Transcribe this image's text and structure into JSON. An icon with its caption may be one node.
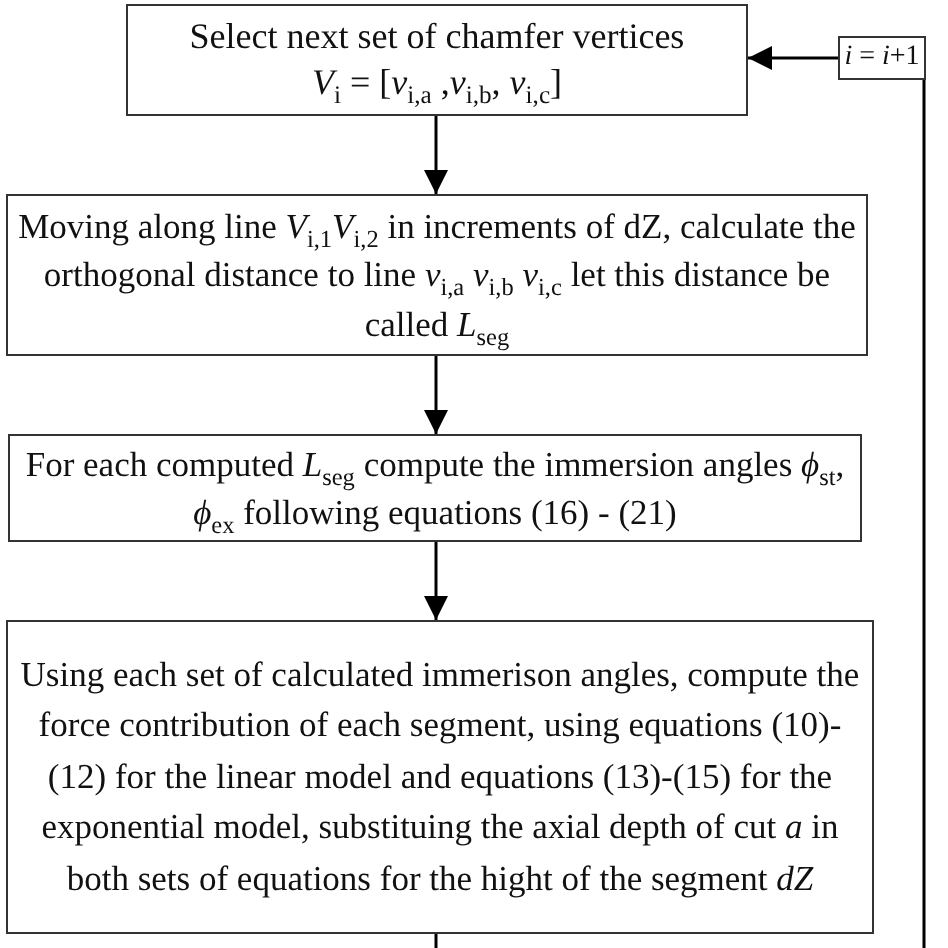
{
  "diagram": {
    "nodes": [
      {
        "text": [
          "Select next set of chamfer vertices",
          "*V*$_{i}$ = [*v*$_{i,a}$ ,*v*$_{i,b}$, *v*$_{i,c}$]"
        ]
      },
      {
        "text": [
          "*i* = *i*+1"
        ]
      },
      {
        "text": [
          "Moving along line *V*$_{i,1}$*V*$_{i,2}$ in increments of dZ, calculate the orthogonal distance to line *v*$_{i,a}$ *v*$_{i,b}$ *v*$_{i,c}$ let this distance be called *L*$_{seg}$"
        ]
      },
      {
        "text": [
          "For each computed *L*$_{seg}$ compute the immersion angles *ϕ*$_{st}$, *ϕ*$_{ex}$ following equations (16) - (21)"
        ]
      },
      {
        "text": [
          "Using each set of calculated immerison angles, compute the force contribution of each segment, using equations (10)-(12) for the linear model and equations (13)-(15) for the exponential model, substituing the axial depth of cut *a* in both sets of equations for the hight of the segment *dZ*"
        ]
      }
    ],
    "edges": [
      {
        "from": 0,
        "to": 2,
        "arrow": "to"
      },
      {
        "from": 2,
        "to": 3,
        "arrow": "to"
      },
      {
        "from": 3,
        "to": 4,
        "arrow": "to"
      },
      {
        "from": 4,
        "to": null,
        "arrow": "none"
      },
      {
        "from": null,
        "to": 1,
        "arrow": "none"
      },
      {
        "from": 1,
        "to": 0,
        "arrow": "to"
      }
    ]
  }
}
